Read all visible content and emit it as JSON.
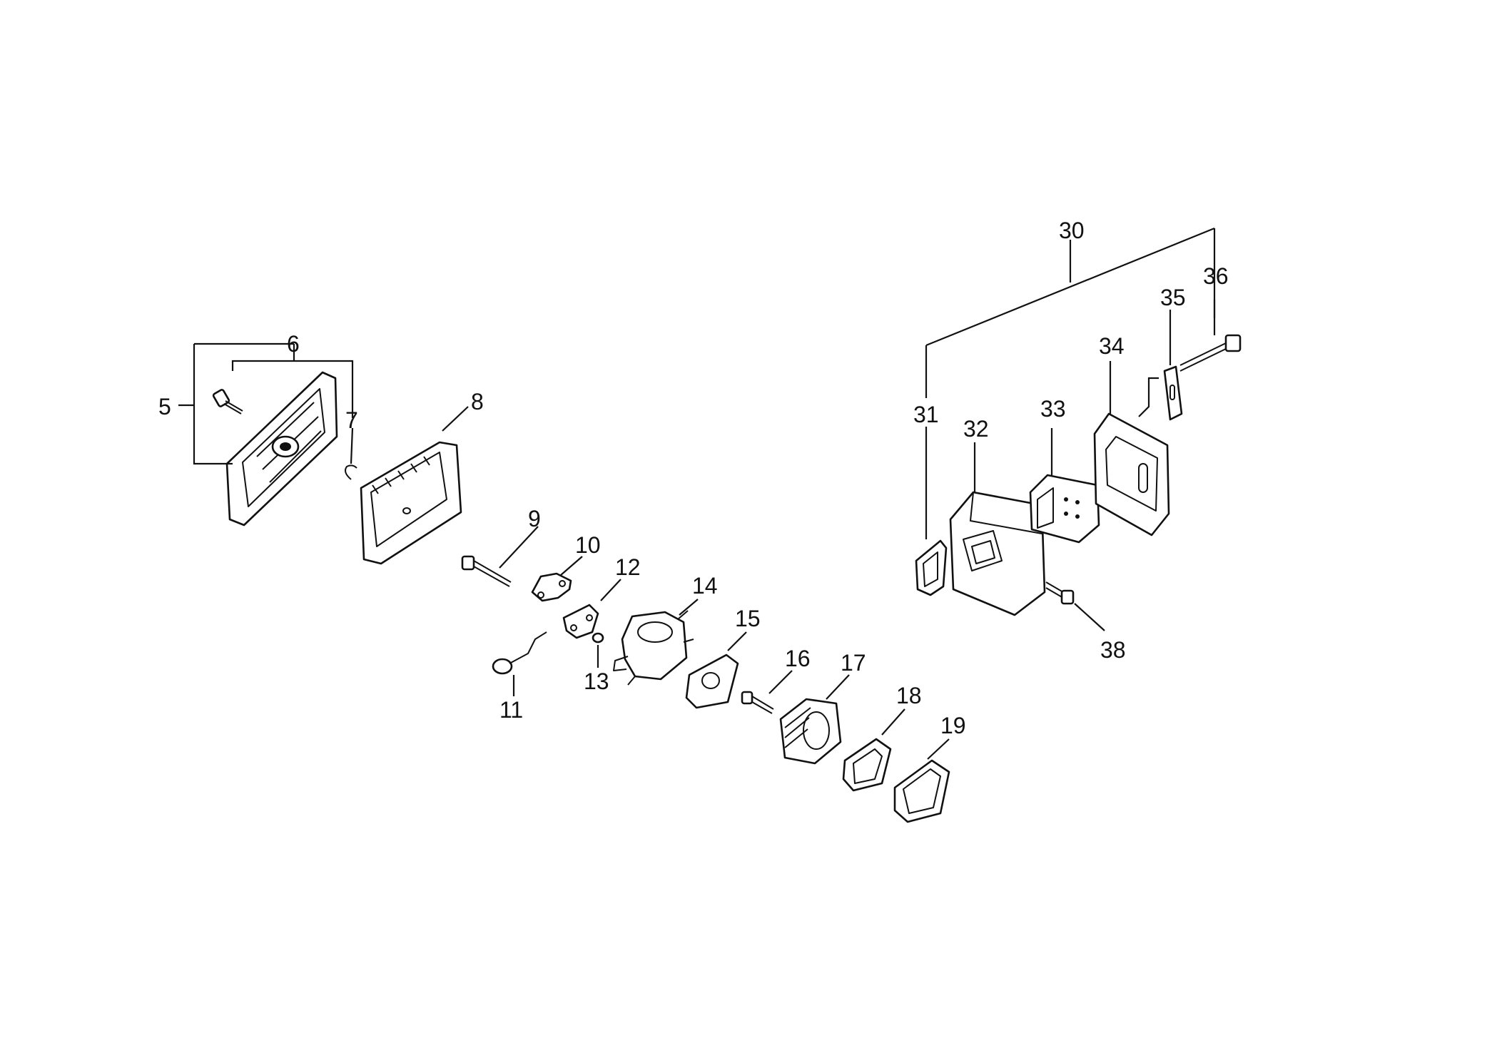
{
  "diagram": {
    "callouts": [
      {
        "id": "c5",
        "text": "5"
      },
      {
        "id": "c6",
        "text": "6"
      },
      {
        "id": "c7",
        "text": "7"
      },
      {
        "id": "c8",
        "text": "8"
      },
      {
        "id": "c9",
        "text": "9"
      },
      {
        "id": "c10",
        "text": "10"
      },
      {
        "id": "c11",
        "text": "11"
      },
      {
        "id": "c12",
        "text": "12"
      },
      {
        "id": "c13",
        "text": "13"
      },
      {
        "id": "c14",
        "text": "14"
      },
      {
        "id": "c15",
        "text": "15"
      },
      {
        "id": "c16",
        "text": "16"
      },
      {
        "id": "c17",
        "text": "17"
      },
      {
        "id": "c18",
        "text": "18"
      },
      {
        "id": "c19",
        "text": "19"
      },
      {
        "id": "c30",
        "text": "30"
      },
      {
        "id": "c31",
        "text": "31"
      },
      {
        "id": "c32",
        "text": "32"
      },
      {
        "id": "c33",
        "text": "33"
      },
      {
        "id": "c34",
        "text": "34"
      },
      {
        "id": "c35",
        "text": "35"
      },
      {
        "id": "c36",
        "text": "36"
      },
      {
        "id": "c38",
        "text": "38"
      }
    ]
  }
}
